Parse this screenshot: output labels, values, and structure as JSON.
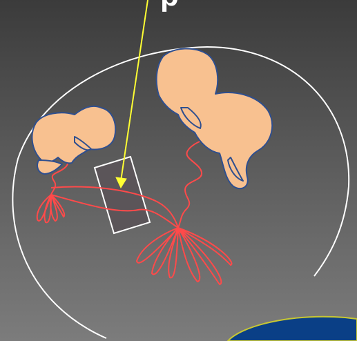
{
  "heading_fragment": "p",
  "colors": {
    "background_top": "#3b3b3b",
    "background_bottom": "#7c7c7c",
    "uterus_outline": "#ffffff",
    "fetus_fill": "#f8c190",
    "fetus_outline": "#2f4f8f",
    "umbilical_cord": "#ff4a4a",
    "membrane_box": "#5b5559",
    "pointer_arrow": "#ffff33",
    "corner_disc_fill": "#0a3f86",
    "corner_disc_border": "#c8c832"
  },
  "icons": [
    "fetus-left",
    "fetus-right",
    "placenta-left",
    "placenta-right",
    "membrane-box",
    "pointer-arrow"
  ]
}
